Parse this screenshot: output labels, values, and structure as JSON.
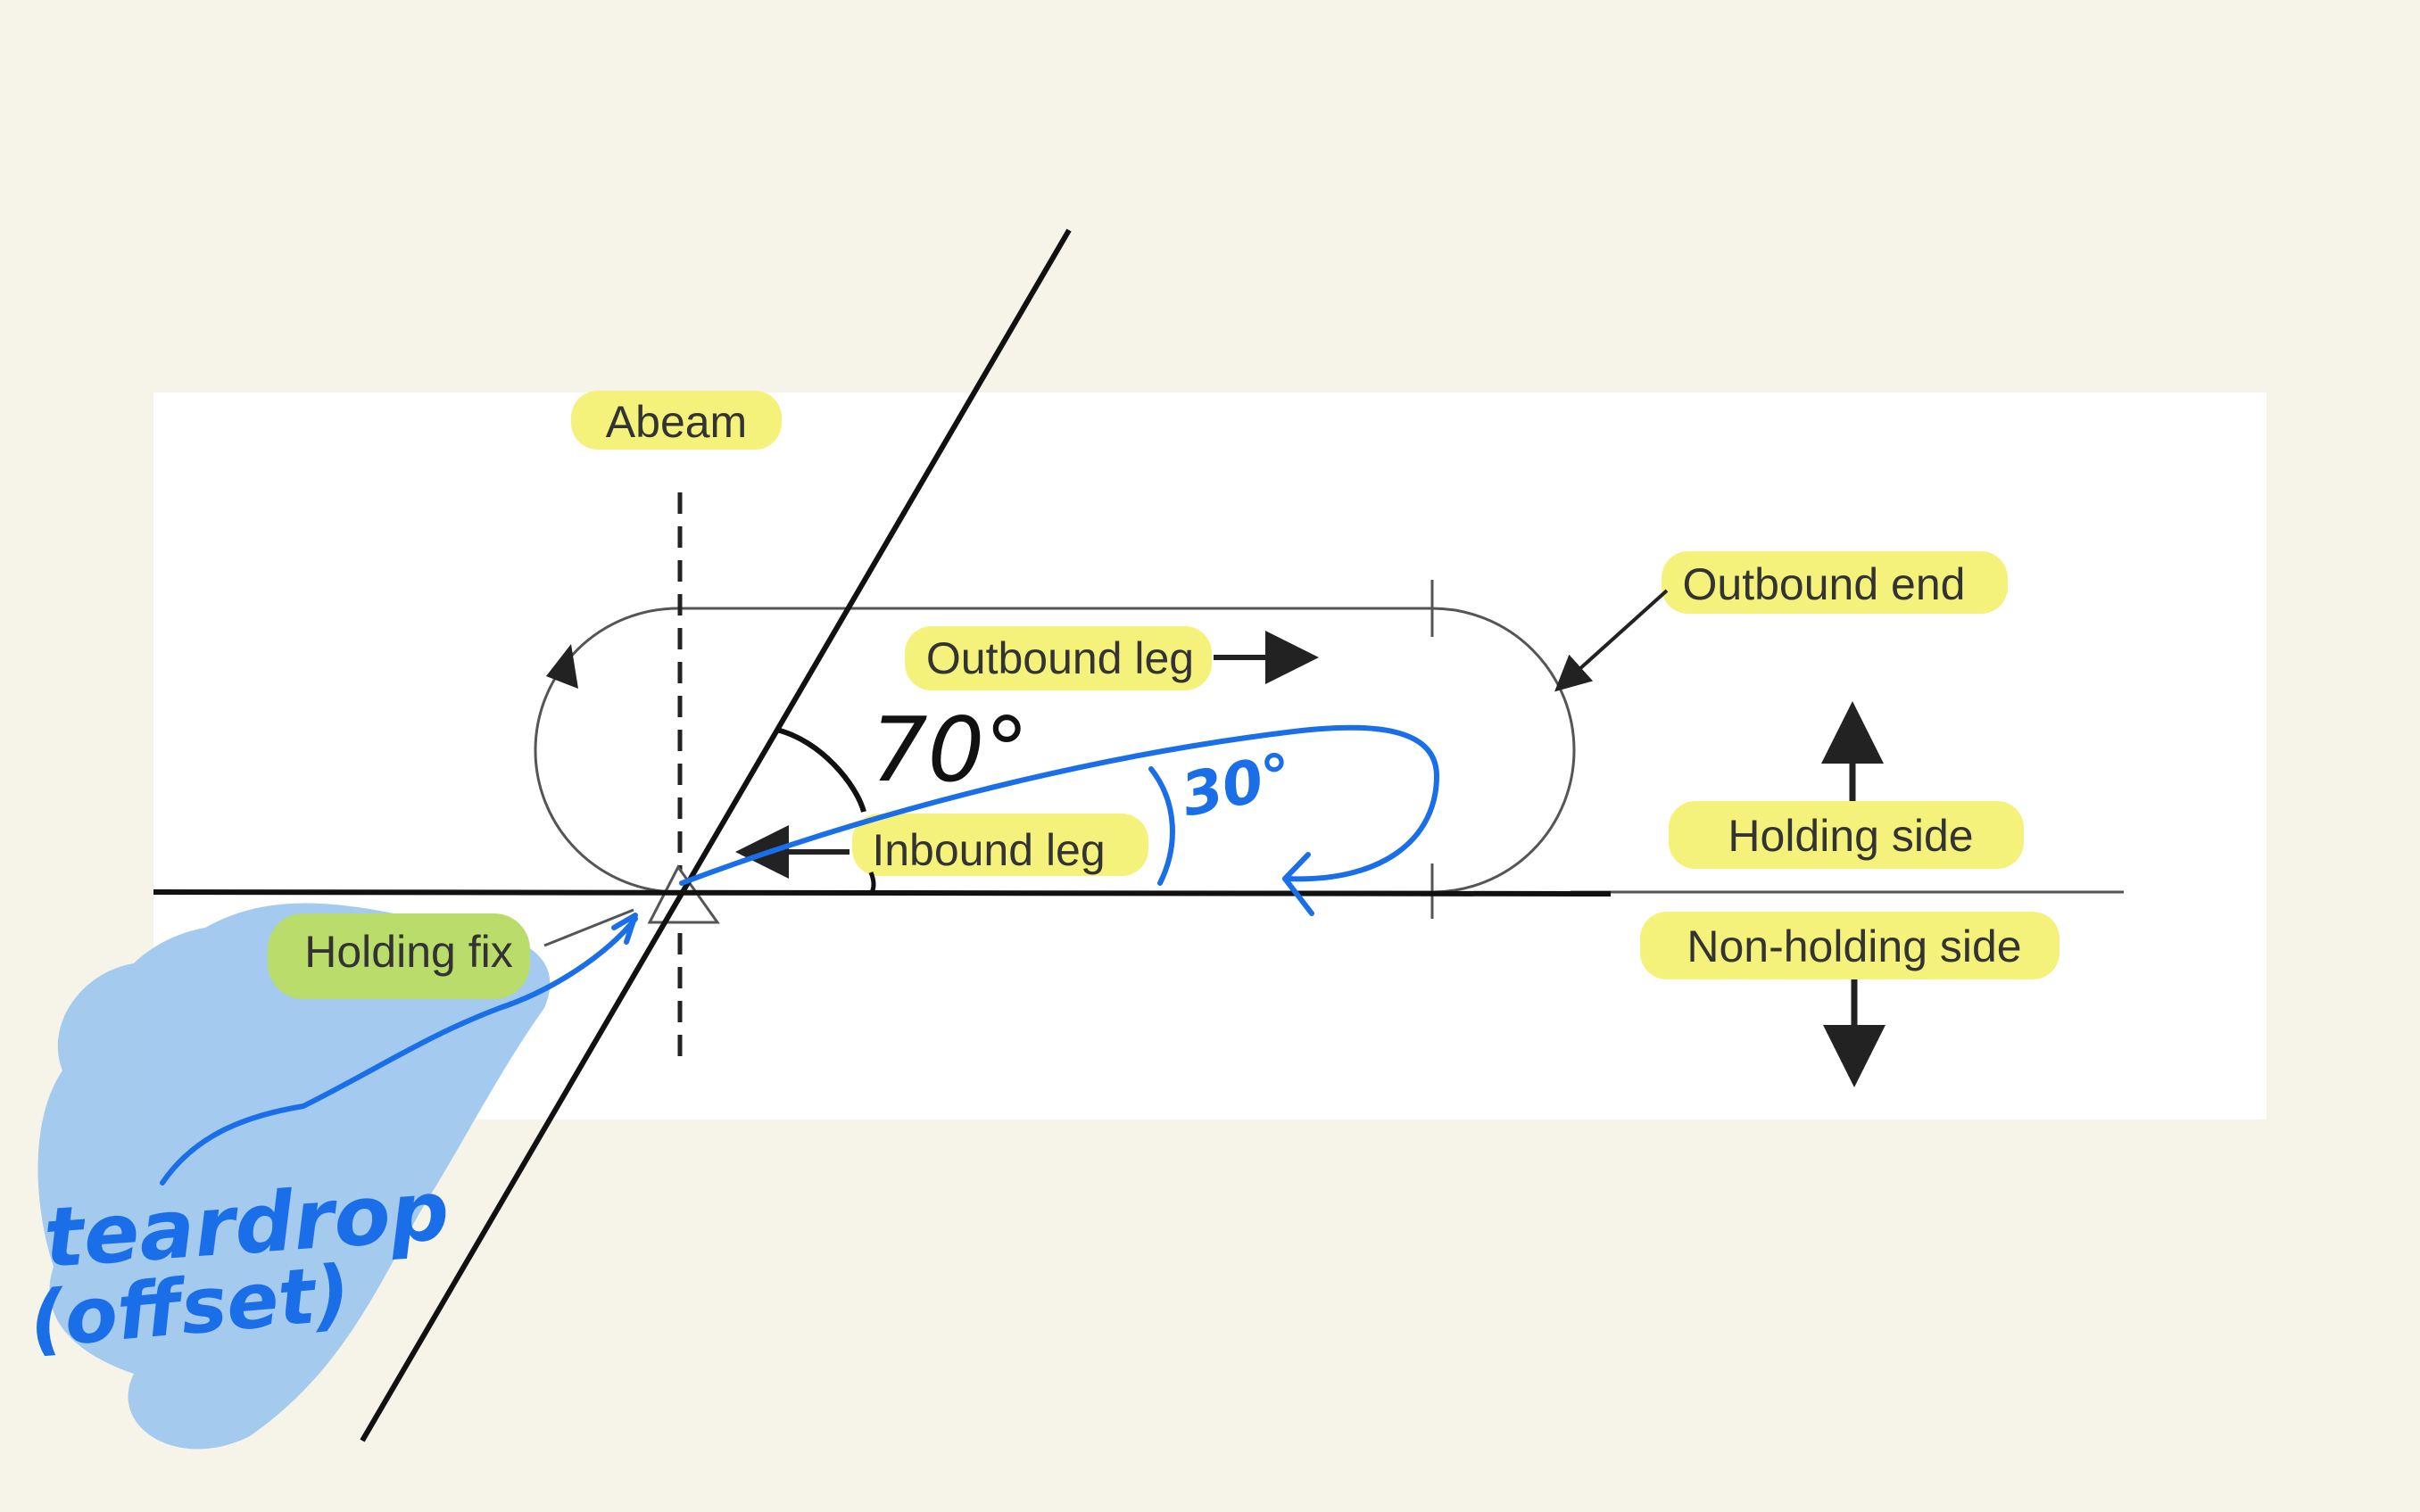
{
  "diagram": {
    "labels": {
      "abeam": "Abeam",
      "outbound_leg": "Outbound leg",
      "outbound_end": "Outbound end",
      "inbound_leg": "Inbound leg",
      "holding_side": "Holding side",
      "non_holding_side": "Non-holding side",
      "holding_fix": "Holding fix"
    },
    "annotations": {
      "angle_70": "70°",
      "angle_30": "30°",
      "entry_name": "teardrop",
      "entry_type": "(offset)"
    },
    "colors": {
      "background": "#f6f4e8",
      "diagram_panel": "#ffffff",
      "highlight_yellow": "#f4f27a",
      "highlight_green": "#b9dc6a",
      "ink_black": "#111111",
      "ink_blue": "#1a6fe8",
      "shade_blue": "#9fc8ee"
    }
  }
}
